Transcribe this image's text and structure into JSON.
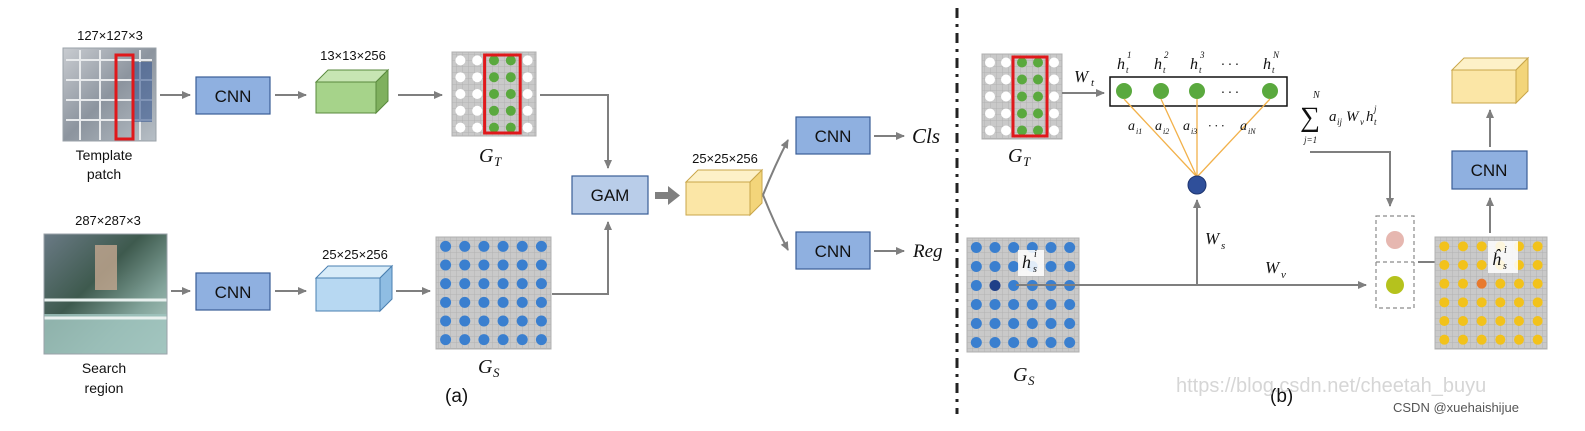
{
  "panel_a": {
    "template": {
      "size_label": "127×127×3",
      "caption_line1": "Template",
      "caption_line2": "patch",
      "cnn_label": "CNN",
      "feature_size": "13×13×256",
      "graph_label": "G",
      "graph_sub": "T"
    },
    "search": {
      "size_label": "287×287×3",
      "caption_line1": "Search",
      "caption_line2": "region",
      "cnn_label": "CNN",
      "feature_size": "25×25×256",
      "graph_label": "G",
      "graph_sub": "S"
    },
    "gam_label": "GAM",
    "fused_size": "25×25×256",
    "head_cls": {
      "cnn_label": "CNN",
      "output": "Cls"
    },
    "head_reg": {
      "cnn_label": "CNN",
      "output": "Reg"
    },
    "caption": "(a)"
  },
  "panel_b": {
    "graph_t": {
      "label": "G",
      "sub": "T"
    },
    "graph_s": {
      "label": "G",
      "sub": "S"
    },
    "w_t": "W",
    "w_t_sub": "t",
    "w_s": "W",
    "w_s_sub": "s",
    "w_v": "W",
    "w_v_sub": "v",
    "nodes": [
      {
        "base": "h",
        "sub": "t",
        "sup": "1"
      },
      {
        "base": "h",
        "sub": "t",
        "sup": "2"
      },
      {
        "base": "h",
        "sub": "t",
        "sup": "3"
      },
      {
        "base": "· · ·",
        "sub": "",
        "sup": ""
      },
      {
        "base": "h",
        "sub": "t",
        "sup": "N"
      }
    ],
    "middle_dots": "· · ·",
    "weights": [
      {
        "base": "a",
        "sub": "i1"
      },
      {
        "base": "a",
        "sub": "i2"
      },
      {
        "base": "a",
        "sub": "i3"
      },
      {
        "base": "· · ·",
        "sub": ""
      },
      {
        "base": "a",
        "sub": "iN"
      }
    ],
    "sum_top": "N",
    "sum_symbol": "∑",
    "sum_bottom": "j=1",
    "sum_term": "a",
    "sum_term_sub": "ij",
    "sum_term_W": "W",
    "sum_term_W_sub": "v",
    "sum_term_h": "h",
    "sum_term_h_sub": "t",
    "sum_term_h_sup": "j",
    "h_s_label": {
      "base": "h",
      "sub": "s",
      "sup": "i"
    },
    "h_hat_label": {
      "base": "ĥ",
      "sub": "s",
      "sup": "i"
    },
    "cnn_label": "CNN",
    "caption": "(b)"
  },
  "watermark": "https://blog.csdn.net/cheetah_buyu",
  "credit": "CSDN @xuehaishijue",
  "colors": {
    "cnn_box": "#8fb0e0",
    "cnn_border": "#3a5d96",
    "green_cube": "#a6d38a",
    "blue_cube": "#b7d8f2",
    "yellow_cube": "#fbe6a6",
    "gam_box": "#b9cde9",
    "node_green": "#5aa93e",
    "node_blue": "#3a7fcf",
    "node_yellow": "#f2c21b",
    "node_orange": "#e87a2e",
    "node_pink": "#e6b7b0",
    "node_lime": "#b5c21d",
    "red_rect": "#e0181b",
    "arrow": "#7f7f7f",
    "attn_lines": "#f2b14a"
  }
}
